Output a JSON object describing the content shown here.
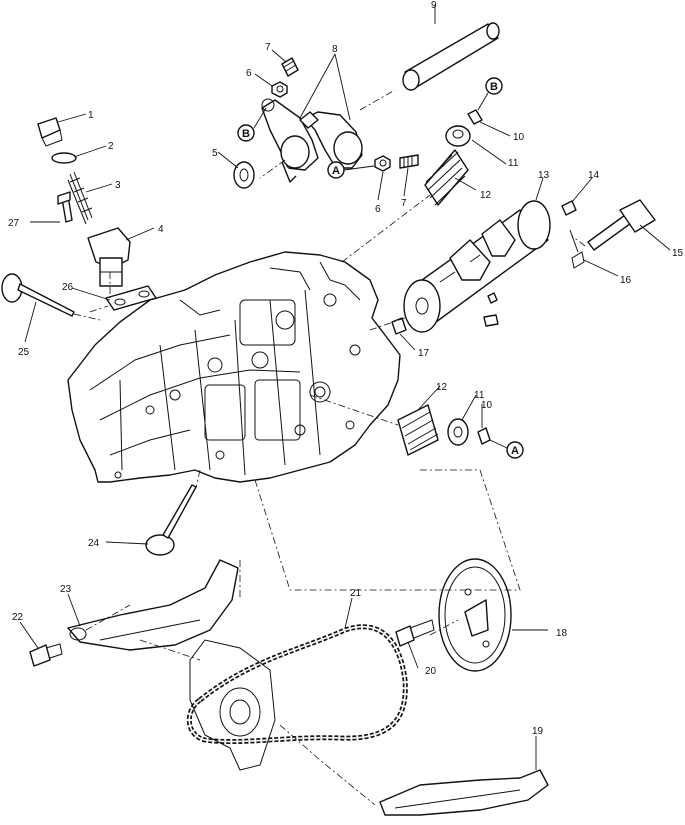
{
  "callouts": {
    "c1": "1",
    "c2": "2",
    "c3": "3",
    "c4": "4",
    "c5": "5",
    "c6a": "6",
    "c6b": "6",
    "c7a": "7",
    "c7b": "7",
    "c8": "8",
    "c9": "9",
    "c10a": "10",
    "c10b": "10",
    "c11a": "11",
    "c11b": "11",
    "c12a": "12",
    "c12b": "12",
    "c13": "13",
    "c14": "14",
    "c15": "15",
    "c16": "16",
    "c17": "17",
    "c18": "18",
    "c19": "19",
    "c20": "20",
    "c21": "21",
    "c22": "22",
    "c23": "23",
    "c24": "24",
    "c25": "25",
    "c26": "26",
    "c27": "27"
  },
  "refs": {
    "a1": "A",
    "a2": "A",
    "b1": "B",
    "b2": "B"
  }
}
